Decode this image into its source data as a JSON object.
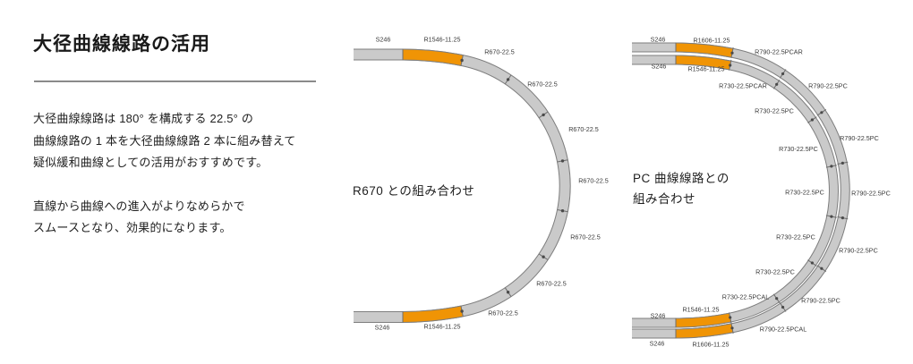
{
  "header": {
    "title": "大径曲線線路の活用"
  },
  "intro": {
    "para1": "大径曲線線路は 180° を構成する 22.5° の\n曲線線路の 1 本を大径曲線線路 2 本に組み替えて\n疑似緩和曲線としての活用がおすすめです。",
    "para2": "直線から曲線への進入がよりなめらかで\nスムースとなり、効果的になります。"
  },
  "colors": {
    "track_gray": "#cacaca",
    "track_outline": "#7e7e7e",
    "accent_orange": "#f09405",
    "rule_gray": "#8a8a8a",
    "label_text": "#3a3a3a"
  },
  "diagram_left": {
    "caption": "R670 との組み合わせ",
    "labels": [
      {
        "text": "S246"
      },
      {
        "text": "R1546-11.25"
      },
      {
        "text": "R670-22.5"
      },
      {
        "text": "R670-22.5"
      },
      {
        "text": "R670-22.5"
      },
      {
        "text": "R670-22.5"
      },
      {
        "text": "R670-22.5"
      },
      {
        "text": "R670-22.5"
      },
      {
        "text": "R670-22.5"
      },
      {
        "text": "R1546-11.25"
      },
      {
        "text": "S246"
      }
    ]
  },
  "diagram_right": {
    "caption": "PC 曲線線路との\n組み合わせ",
    "labels": [
      {
        "text": "S246"
      },
      {
        "text": "R1606-11.25"
      },
      {
        "text": "R790-22.5PCAR"
      },
      {
        "text": "S246"
      },
      {
        "text": "R1546-11.25"
      },
      {
        "text": "R730-22.5PCAR"
      },
      {
        "text": "R790-22.5PC"
      },
      {
        "text": "R730-22.5PC"
      },
      {
        "text": "R790-22.5PC"
      },
      {
        "text": "R730-22.5PC"
      },
      {
        "text": "R730-22.5PC"
      },
      {
        "text": "R790-22.5PC"
      },
      {
        "text": "R730-22.5PC"
      },
      {
        "text": "R790-22.5PC"
      },
      {
        "text": "R730-22.5PC"
      },
      {
        "text": "R730-22.5PCAL"
      },
      {
        "text": "R790-22.5PC"
      },
      {
        "text": "R1546-11.25"
      },
      {
        "text": "S246"
      },
      {
        "text": "R790-22.5PCAL"
      },
      {
        "text": "R1606-11.25"
      },
      {
        "text": "S246"
      }
    ]
  }
}
